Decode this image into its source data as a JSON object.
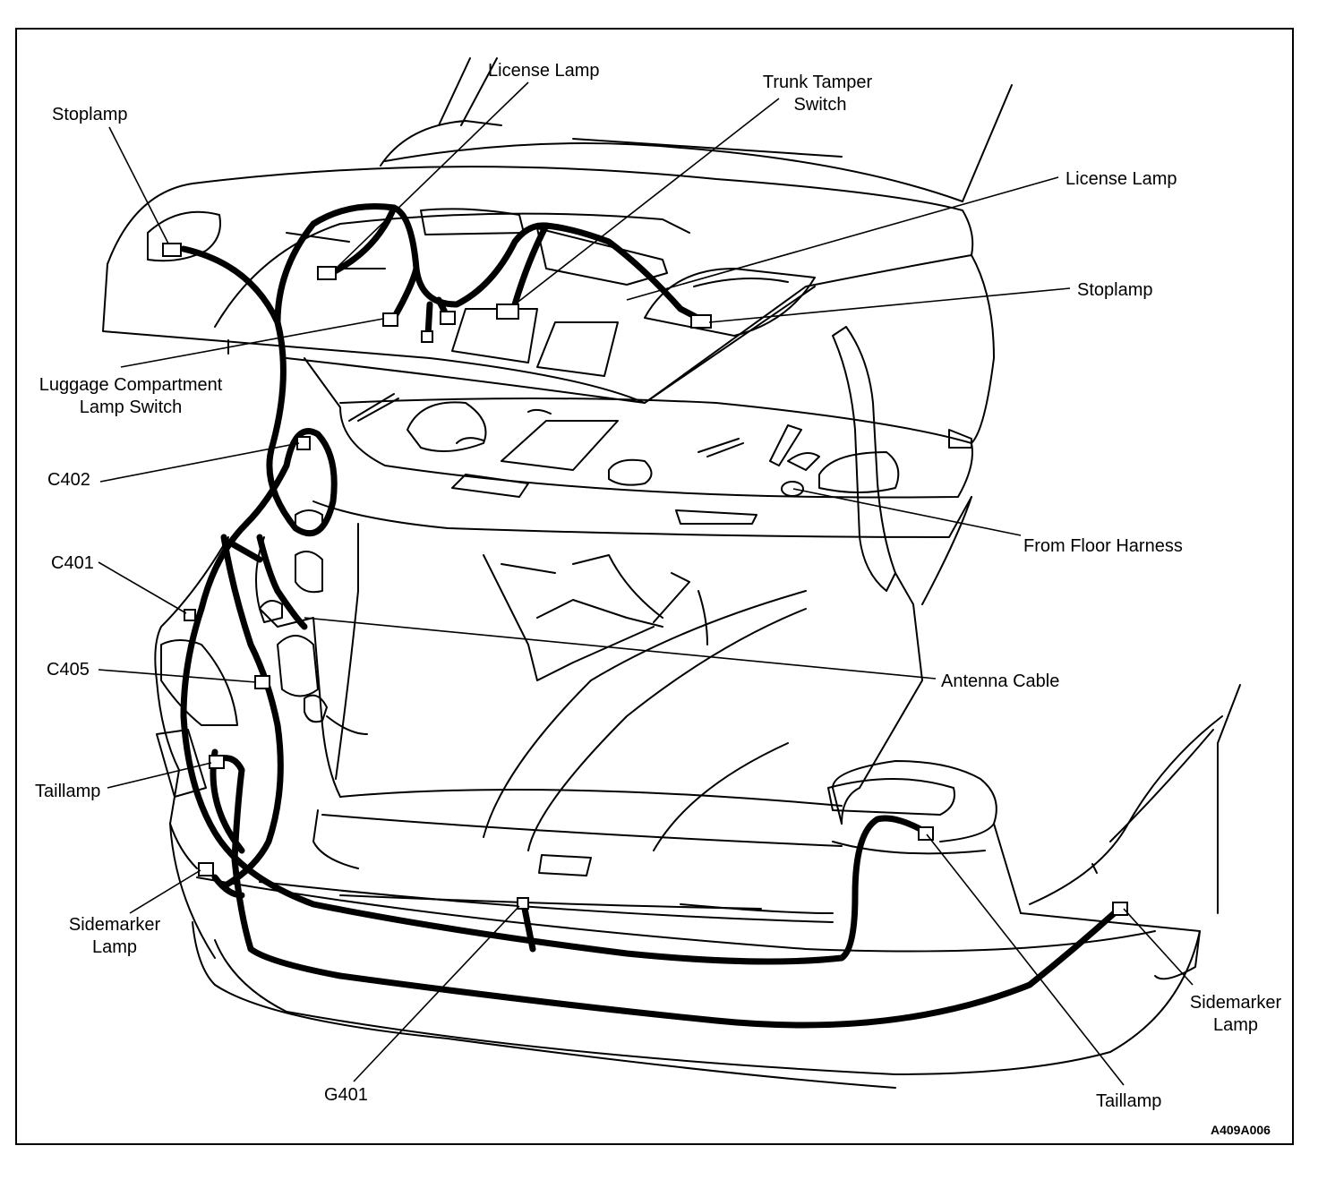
{
  "labels": {
    "license_lamp_top": "License Lamp",
    "trunk_tamper_line1": "Trunk Tamper",
    "trunk_tamper_line2": "Switch",
    "stoplamp_left": "Stoplamp",
    "license_lamp_right": "License Lamp",
    "stoplamp_right": "Stoplamp",
    "luggage_line1": "Luggage Compartment",
    "luggage_line2": "Lamp Switch",
    "c402": "C402",
    "c401": "C401",
    "c405": "C405",
    "from_floor_harness": "From Floor Harness",
    "antenna_cable": "Antenna Cable",
    "taillamp_left": "Taillamp",
    "sidemarker_left_line1": "Sidemarker",
    "sidemarker_left_line2": "Lamp",
    "g401": "G401",
    "taillamp_right": "Taillamp",
    "sidemarker_right_line1": "Sidemarker",
    "sidemarker_right_line2": "Lamp"
  },
  "figure_code": "A409A006"
}
